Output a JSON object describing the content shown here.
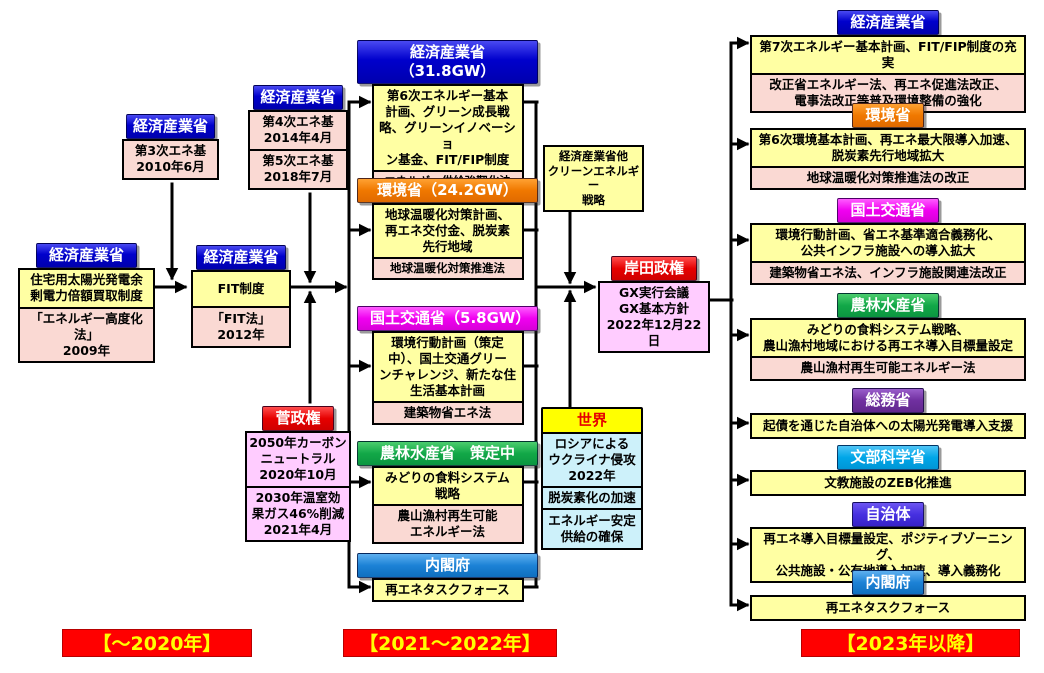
{
  "left": [
    {
      "title": "経済産業省",
      "rows": [
        "住宅用太陽光発電余\n剰電力倍額買取制度",
        "「エネルギー高度化法」\n2009年"
      ]
    },
    {
      "title": "経済産業省",
      "rows": [
        "第3次エネ基\n2010年6月"
      ]
    },
    {
      "title": "経済産業省",
      "rows": [
        "第4次エネ基\n2014年4月",
        "第5次エネ基\n2018年7月"
      ]
    },
    {
      "title": "経済産業省",
      "rows": [
        "FIT制度",
        "「FIT法」\n2012年"
      ]
    },
    {
      "title": "菅政権",
      "rows": [
        "2050年カーボン\nニュートラル\n2020年10月",
        "2030年温室効\n果ガス46%削減\n2021年4月"
      ]
    }
  ],
  "middle": [
    {
      "title": "経済産業省（31.8GW）",
      "rows": [
        "第6次エネルギー基本\n計画、グリーン成長戦\n略、グリーンイノベーショ\nン基金、FIT/FIP制度",
        "エネルギー供給強靱化法"
      ]
    },
    {
      "title": "環境省（24.2GW）",
      "rows": [
        "地球温暖化対策計画、\n再エネ交付金、脱炭素\n先行地域",
        "地球温暖化対策推進法"
      ]
    },
    {
      "title": "国土交通省（5.8GW）",
      "rows": [
        "環境行動計画（策定\n中）、国土交通グリー\nンチャレンジ、新たな住\n生活基本計画",
        "建築物省エネ法"
      ]
    },
    {
      "title": "農林水産省　策定中",
      "rows": [
        "みどりの食料システム\n戦略",
        "農山漁村再生可能\nエネルギー法"
      ]
    },
    {
      "title": "内閣府",
      "rows": [
        "再エネタスクフォース"
      ]
    }
  ],
  "center": {
    "clean_energy": "経済産業省他\nクリーンエネルギー\n戦略",
    "kishida": {
      "title": "岸田政権",
      "body": "GX実行会議\nGX基本方針\n2022年12月22日"
    },
    "world": {
      "title": "世界",
      "rows": [
        "ロシアによる\nウクライナ侵攻\n2022年",
        "脱炭素化の加速",
        "エネルギー安定\n供給の確保"
      ]
    }
  },
  "right": [
    {
      "title": "経済産業省",
      "rows": [
        "第7次エネルギー基本計画、FIT/FIP制度の充実",
        "改正省エネルギー法、再エネ促進法改正、\n電事法改正等普及環境整備の強化"
      ]
    },
    {
      "title": "環境省",
      "rows": [
        "第6次環境基本計画、再エネ最大限導入加速、\n脱炭素先行地域拡大",
        "地球温暖化対策推進法の改正"
      ]
    },
    {
      "title": "国土交通省",
      "rows": [
        "環境行動計画、省エネ基準適合義務化、\n公共インフラ施設への導入拡大",
        "建築物省エネ法、インフラ施設関連法改正"
      ]
    },
    {
      "title": "農林水産省",
      "rows": [
        "みどりの食料システム戦略、\n農山漁村地域における再エネ導入目標量設定",
        "農山漁村再生可能エネルギー法"
      ]
    },
    {
      "title": "総務省",
      "rows": [
        "起債を通じた自治体への太陽光発電導入支援"
      ]
    },
    {
      "title": "文部科学省",
      "rows": [
        "文教施設のZEB化推進"
      ]
    },
    {
      "title": "自治体",
      "rows": [
        "再エネ導入目標量設定、ポジティブゾーニング、\n公共施設・公有地導入加速、導入義務化"
      ]
    },
    {
      "title": "内閣府",
      "rows": [
        "再エネタスクフォース"
      ]
    }
  ],
  "timeline_labels": [
    "【～2020年】",
    "【2021～2022年】",
    "【2023年以降】"
  ],
  "colors": {
    "header_meti_blue": "#0000CC",
    "header_env_orange": "#F07800",
    "header_mlit_magenta": "#F000F0",
    "header_maff_green": "#12A848",
    "header_cabinet_blue": "#1C82D6",
    "header_admin_red": "#E60000",
    "header_soumu_purple": "#7030A0",
    "header_mext_cyan": "#00A6E8",
    "header_jichitai_violet": "#4630E0",
    "world_header_bg": "#FFFF00",
    "world_header_text": "#E60000",
    "body_yellow": "#FFFFA3",
    "body_pink": "#FAD9D3",
    "body_light_purple": "#FFCCFF",
    "body_light_blue": "#CDF1FA",
    "timeline_bg": "#FF0000",
    "timeline_text": "#FFFF00",
    "arrow": "#000000"
  }
}
